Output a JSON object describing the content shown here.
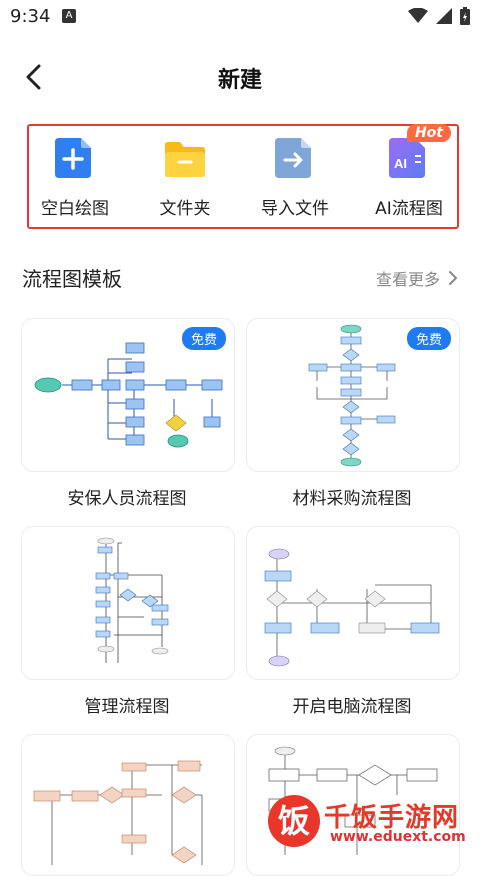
{
  "status": {
    "time": "9:34",
    "app_badge": "A"
  },
  "header": {
    "title": "新建"
  },
  "quick_actions": [
    {
      "label": "空白绘图",
      "icon": "blank-diagram-icon"
    },
    {
      "label": "文件夹",
      "icon": "folder-icon"
    },
    {
      "label": "导入文件",
      "icon": "import-file-icon"
    },
    {
      "label": "AI流程图",
      "icon": "ai-flowchart-icon",
      "tag": "Hot"
    }
  ],
  "templates": {
    "title": "流程图模板",
    "more": "查看更多",
    "items": [
      {
        "name": "安保人员流程图",
        "badge": "免费"
      },
      {
        "name": "材料采购流程图",
        "badge": "免费"
      },
      {
        "name": "管理流程图"
      },
      {
        "name": "开启电脑流程图"
      },
      {
        "name": ""
      },
      {
        "name": ""
      }
    ]
  },
  "watermark": {
    "text": "千饭手游网",
    "url": "www.eduext.com",
    "logo": "饭"
  },
  "colors": {
    "accent": "#1e7bf2",
    "highlight_border": "#e53935",
    "hot": "#ff6a3d"
  }
}
